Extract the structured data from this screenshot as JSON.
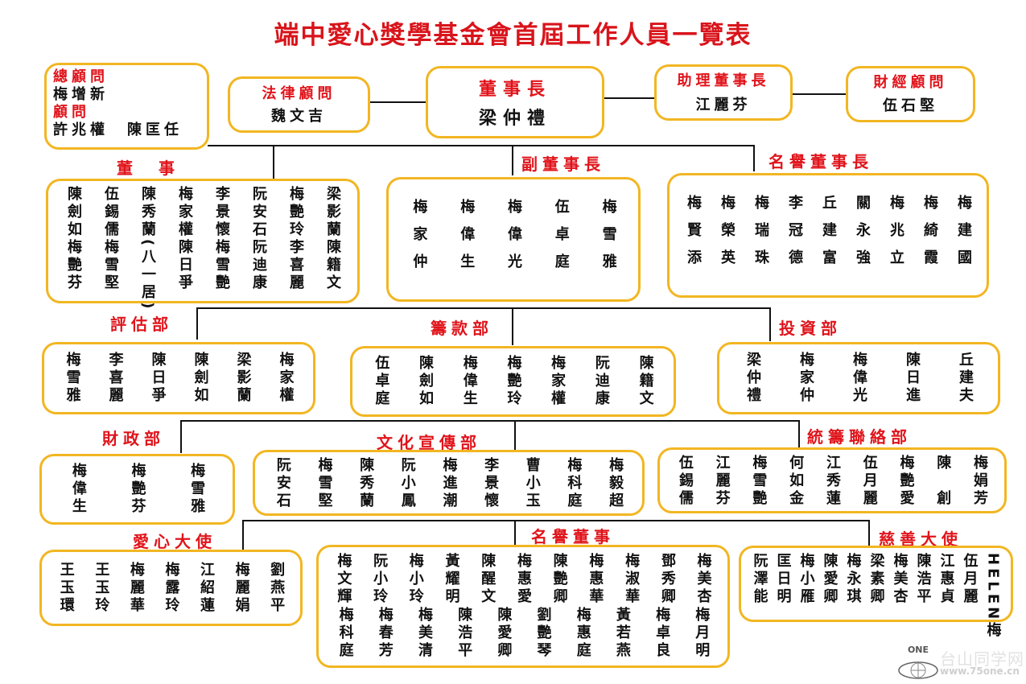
{
  "title": "端中愛心獎學基金會首屆工作人員一覽表",
  "advisors": {
    "chief_label": "總顧問",
    "chief_name": "梅增新",
    "label": "顧問",
    "names": "許兆權　陳匡任"
  },
  "legal": {
    "label": "法律顧問",
    "name": "魏文吉"
  },
  "chairman": {
    "label": "董事長",
    "name": "梁仲禮"
  },
  "assistant": {
    "label": "助理董事長",
    "name": "江麗芬"
  },
  "finance_advisor": {
    "label": "財經顧問",
    "name": "伍石堅"
  },
  "sections": {
    "directors": {
      "label": "董　事",
      "rows": [
        [
          "陳劍如",
          "伍錫儒",
          "陳秀蘭",
          "梅家權",
          "李景懷",
          "阮安石",
          "梅艷玲",
          "梁影蘭"
        ],
        [
          "梅艷芬",
          "梅雪堅",
          "(八一居)",
          "陳日爭",
          "梅雪艷",
          "阮迪康",
          "李喜麗",
          "陳籍文"
        ]
      ]
    },
    "vice_chairmen": {
      "label": "副董事長",
      "rows": [
        [
          "梅家仲",
          "梅偉生",
          "梅偉光",
          "伍卓庭",
          "梅雪雅"
        ]
      ]
    },
    "honorary_chairmen": {
      "label": "名譽董事長",
      "rows": [
        [
          "梅賢添",
          "梅榮英",
          "梅瑞珠",
          "李冠德",
          "丘建富",
          "關永強",
          "梅兆立",
          "梅綺霞",
          "梅建國"
        ]
      ]
    },
    "evaluation": {
      "label": "評估部",
      "rows": [
        [
          "梅雪雅",
          "李喜麗",
          "陳日爭",
          "陳劍如",
          "梁影蘭",
          "梅家權"
        ]
      ]
    },
    "fundraising": {
      "label": "籌款部",
      "rows": [
        [
          "伍卓庭",
          "陳劍如",
          "梅偉生",
          "梅艷玲",
          "梅家權",
          "阮迪康",
          "陳籍文"
        ]
      ]
    },
    "investment": {
      "label": "投資部",
      "rows": [
        [
          "梁仲禮",
          "梅家仲",
          "梅偉光",
          "陳日進",
          "丘建夫"
        ]
      ]
    },
    "treasury": {
      "label": "財政部",
      "rows": [
        [
          "梅偉生",
          "梅艷芬",
          "梅雪雅"
        ]
      ]
    },
    "culture": {
      "label": "文化宣傳部",
      "rows": [
        [
          "阮安石",
          "梅雪堅",
          "陳秀蘭",
          "阮小鳳",
          "梅進潮",
          "李景懷",
          "曹小玉",
          "梅科庭",
          "梅毅超"
        ]
      ]
    },
    "liaison": {
      "label": "統籌聯絡部",
      "rows": [
        [
          "伍錫儒",
          "江麗芬",
          "梅雪艷",
          "何如金",
          "江秀蓮",
          "伍月麗",
          "梅艷愛",
          "陳　創",
          "梅娟芳"
        ]
      ]
    },
    "love_ambassadors": {
      "label": "愛心大使",
      "rows": [
        [
          "王玉環",
          "王玉玲",
          "梅麗華",
          "梅露玲",
          "江紹蓮",
          "梅麗娟",
          "劉燕平"
        ]
      ]
    },
    "honorary_directors": {
      "label": "名譽董事",
      "rows": [
        [
          "梅文輝",
          "阮小玲",
          "梅小玲",
          "黃耀明",
          "陳醒文",
          "梅惠愛",
          "陳艷卿",
          "梅惠華",
          "梅淑華",
          "鄧秀卿",
          "梅美杏"
        ],
        [
          "梅科庭",
          "梅春芳",
          "梅美清",
          "陳浩平",
          "陳愛卿",
          "劉艷琴",
          "梅惠庭",
          "黃若燕",
          "梅卓良",
          "梅月明"
        ]
      ]
    },
    "charity_ambassadors": {
      "label": "慈善大使",
      "rows": [
        [
          "阮澤能",
          "匡日明",
          "梅小雁",
          "陳愛卿",
          "梅永琪",
          "梁素卿",
          "梅美杏",
          "陳浩平",
          "江惠貞",
          "伍月麗",
          "HELEN梅"
        ]
      ]
    }
  },
  "watermark": {
    "logo": "ONE",
    "site": "台山同学网",
    "url": "www.75one.cn"
  },
  "colors": {
    "title": "#d9141b",
    "label": "#e0141b",
    "border": "#f2b622",
    "line": "#111111"
  }
}
